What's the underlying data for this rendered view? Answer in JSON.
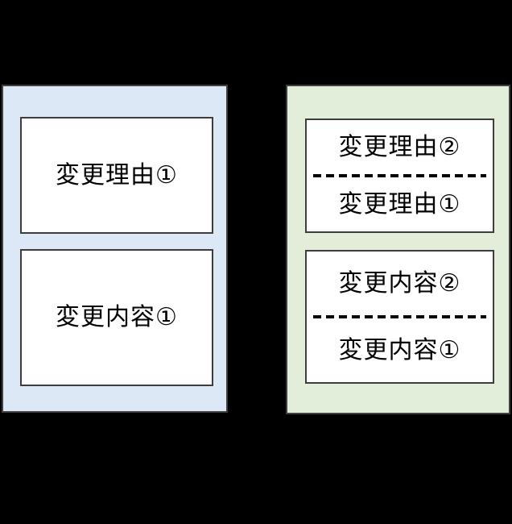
{
  "colors": {
    "page_background": "#000000",
    "before_panel_fill": "#dce8f5",
    "after_panel_fill": "#e2eeda",
    "box_fill": "#ffffff",
    "box_border": "#3d3d3d",
    "text": "#000000"
  },
  "panels": [
    {
      "name": "before",
      "boxes": [
        {
          "kind": "change-reason",
          "lines": [
            "変更理由①"
          ]
        },
        {
          "kind": "change-content",
          "lines": [
            "変更内容①"
          ]
        }
      ]
    },
    {
      "name": "after",
      "boxes": [
        {
          "kind": "change-reason",
          "lines": [
            "変更理由②",
            "変更理由①"
          ],
          "divider": "dashed"
        },
        {
          "kind": "change-content",
          "lines": [
            "変更内容②",
            "変更内容①"
          ],
          "divider": "dashed"
        }
      ]
    }
  ]
}
